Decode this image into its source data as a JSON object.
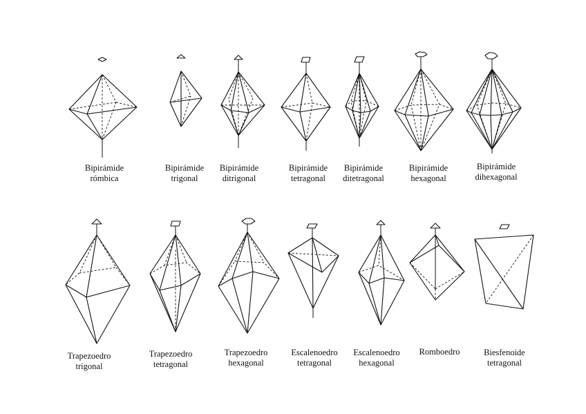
{
  "figure": {
    "row1": [
      {
        "id": "bipiramide-rombica",
        "line1": "Bipirámide",
        "line2": "rómbica",
        "symbol": "diamond"
      },
      {
        "id": "bipiramide-trigonal",
        "line1": "Bipirámide",
        "line2": "trigonal",
        "symbol": "triangle"
      },
      {
        "id": "bipiramide-ditrigonal",
        "line1": "Bipirámide",
        "line2": "ditrigonal",
        "symbol": "triangle"
      },
      {
        "id": "bipiramide-tetragonal",
        "line1": "Bipirámide",
        "line2": "tetragonal",
        "symbol": "square"
      },
      {
        "id": "bipiramide-ditetragonal",
        "line1": "Bipirámide",
        "line2": "ditetragonal",
        "symbol": "square"
      },
      {
        "id": "bipiramide-hexagonal",
        "line1": "Bipirámide",
        "line2": "hexagonal",
        "symbol": "hexagon"
      },
      {
        "id": "bipiramide-dihexagonal",
        "line1": "Bipirámide",
        "line2": "dihexagonal",
        "symbol": "hexagon"
      }
    ],
    "row2": [
      {
        "id": "trapezoedro-trigonal",
        "line1": "Trapezoedro",
        "line2": "trigonal",
        "symbol": "triangle"
      },
      {
        "id": "trapezoedro-tetragonal",
        "line1": "Trapezoedro",
        "line2": "tetragonal",
        "symbol": "square"
      },
      {
        "id": "trapezoedro-hexagonal",
        "line1": "Trapezoedro",
        "line2": "hexagonal",
        "symbol": "hexagon"
      },
      {
        "id": "escalenoedro-tetragonal",
        "line1": "Escalenoedro",
        "line2": "tetragonal",
        "symbol": "square-open"
      },
      {
        "id": "escalenoedro-hexagonal",
        "line1": "Escalenoedro",
        "line2": "hexagonal",
        "symbol": "triangle-open"
      },
      {
        "id": "romboedro",
        "line1": "Romboedro",
        "line2": "",
        "symbol": "triangle-open"
      },
      {
        "id": "biesfenoide-tetragonal",
        "line1": "Biesfenoide",
        "line2": "tetragonal",
        "symbol": "square-open"
      }
    ]
  }
}
